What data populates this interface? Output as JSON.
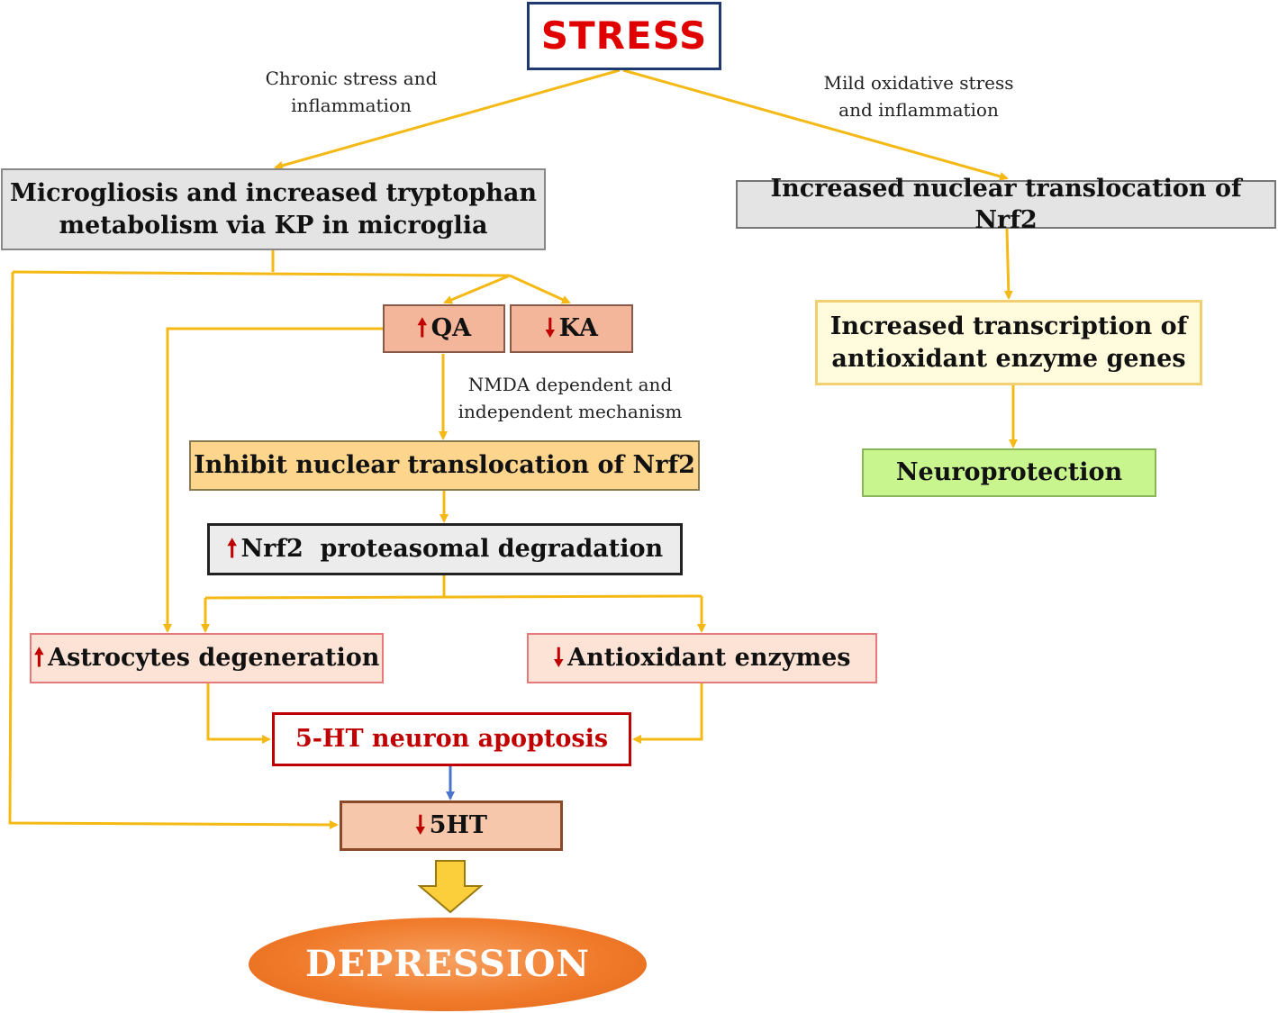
{
  "nodes": {
    "stress": "STRESS",
    "microgliosis_line1": "Microgliosis and increased tryptophan",
    "microgliosis_line2": "metabolism via KP in microglia",
    "nrf2_translocation": "Increased nuclear translocation of Nrf2",
    "qa": "QA",
    "ka": "KA",
    "transcription_line1": "Increased transcription of",
    "transcription_line2": "antioxidant enzyme genes",
    "neuroprotection": "Neuroprotection",
    "inhibit": "Inhibit nuclear translocation of Nrf2",
    "proteasomal": "Nrf2  proteasomal degradation",
    "astrocytes": "Astrocytes degeneration",
    "antioxidant": "Antioxidant enzymes",
    "apoptosis": "5-HT neuron apoptosis",
    "ht": "5HT",
    "depression": "DEPRESSION"
  },
  "labels": {
    "chronic_line1": "Chronic stress and",
    "chronic_line2": "inflammation",
    "mild_line1": "Mild oxidative stress",
    "mild_line2": "and inflammation",
    "nmda_line1": "NMDA dependent and",
    "nmda_line2": "independent mechanism"
  },
  "glyphs": {
    "up_arrow": "🠕",
    "down_arrow": "🠗"
  },
  "colors": {
    "connector": "#f5b915",
    "blue_connector": "#4a74c9",
    "accent_red": "#e00000"
  }
}
